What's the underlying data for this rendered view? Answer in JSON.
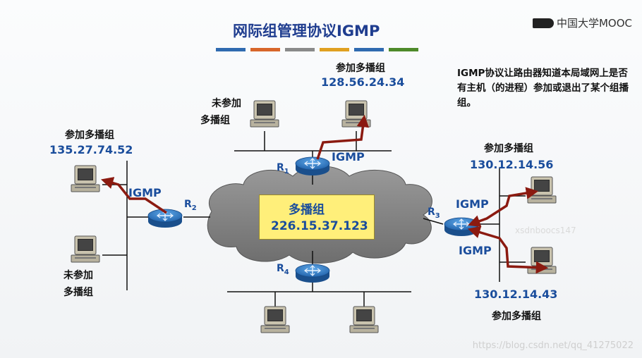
{
  "header": {
    "title": "网际组管理协议IGMP",
    "logo_text": "中国大学MOOC",
    "stripe_colors": [
      "#2f6ab0",
      "#d8662a",
      "#8a8a8a",
      "#e0a020",
      "#2f6ab0",
      "#4e8a2a"
    ]
  },
  "note": "IGMP协议让路由器知道本局域网上是否有主机（的进程）参加或退出了某个组播组。",
  "multicast": {
    "title": "多播组",
    "address": "226.15.37.123"
  },
  "routers": {
    "r1": {
      "letter": "R",
      "sub": "1"
    },
    "r2": {
      "letter": "R",
      "sub": "2"
    },
    "r3": {
      "letter": "R",
      "sub": "3"
    },
    "r4": {
      "letter": "R",
      "sub": "4"
    }
  },
  "labels": {
    "join": "参加多播组",
    "not_join_line1": "未参加",
    "not_join_line2": "多播组",
    "igmp": "IGMP"
  },
  "ips": {
    "top": "128.56.24.34",
    "left": "135.27.74.52",
    "right_top": "130.12.14.56",
    "right_bottom": "130.12.14.43"
  },
  "watermark": "https://blog.csdn.net/qq_41275022",
  "faint_mark": "xsdnboocs147"
}
